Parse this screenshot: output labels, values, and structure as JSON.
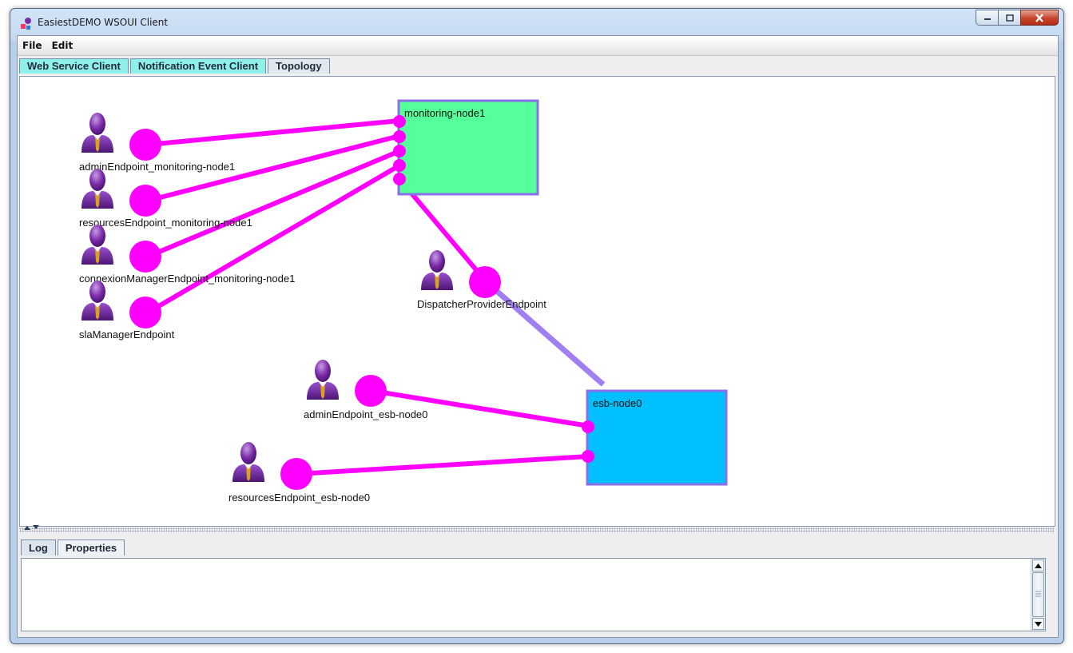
{
  "window": {
    "title": "EasiestDEMO WSOUI Client"
  },
  "menubar": {
    "items": [
      "File",
      "Edit"
    ]
  },
  "tabs": [
    {
      "label": "Web Service Client",
      "active": false
    },
    {
      "label": "Notification Event Client",
      "active": false
    },
    {
      "label": "Topology",
      "active": true
    }
  ],
  "topology": {
    "nodes": [
      {
        "id": "monitoring-node1",
        "label": "monitoring-node1",
        "color": "#55ff99"
      },
      {
        "id": "esb-node0",
        "label": "esb-node0",
        "color": "#00bfff"
      }
    ],
    "endpoints": [
      {
        "label": "adminEndpoint_monitoring-node1",
        "node": "monitoring-node1"
      },
      {
        "label": "resourcesEndpoint_monitoring-node1",
        "node": "monitoring-node1"
      },
      {
        "label": "connexionManagerEndpoint_monitoring-node1",
        "node": "monitoring-node1"
      },
      {
        "label": "slaManagerEndpoint",
        "node": "monitoring-node1"
      },
      {
        "label": "DispatcherProviderEndpoint",
        "node": "monitoring-node1"
      },
      {
        "label": "adminEndpoint_esb-node0",
        "node": "esb-node0"
      },
      {
        "label": "resourcesEndpoint_esb-node0",
        "node": "esb-node0"
      }
    ],
    "colors": {
      "link": "#ff00ff",
      "provider_link": "#a27ff0",
      "node_border": "#8a6fe8",
      "actor": "#7a2aa8"
    }
  },
  "bottom_tabs": [
    {
      "label": "Log",
      "active": true
    },
    {
      "label": "Properties",
      "active": false
    }
  ],
  "log": {
    "content": ""
  }
}
